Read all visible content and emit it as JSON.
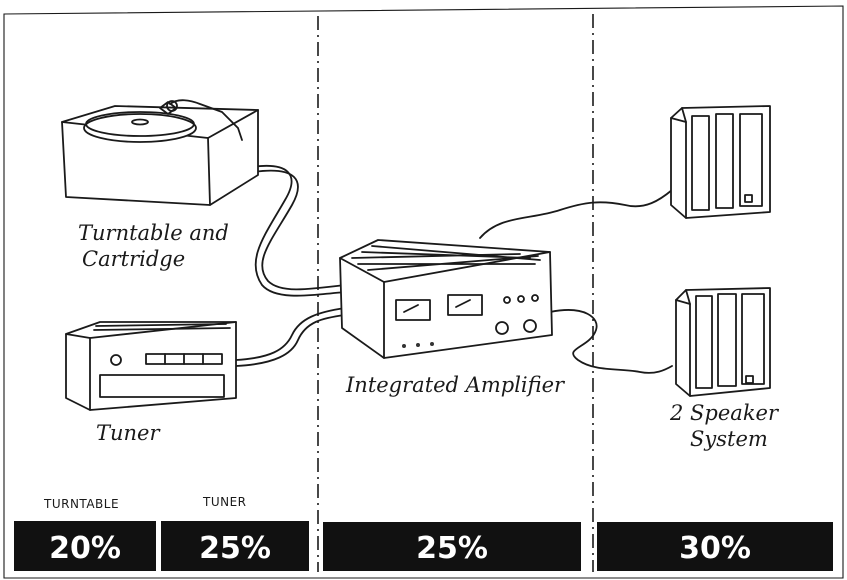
{
  "components": {
    "turntable": {
      "label_line1": "Turntable and",
      "label_line2": "Cartridge"
    },
    "tuner": {
      "label": "Tuner"
    },
    "amplifier": {
      "label": "Integrated Amplifier"
    },
    "speakers": {
      "label_line1": "2 Speaker",
      "label_line2": "System"
    }
  },
  "budget": [
    {
      "caption": "TURNTABLE",
      "percent": "20%"
    },
    {
      "caption": "TUNER",
      "percent": "25%"
    },
    {
      "caption": "",
      "percent": "25%"
    },
    {
      "caption": "",
      "percent": "30%"
    }
  ],
  "colors": {
    "ink": "#1a1a1a",
    "bar": "#111111",
    "paper": "#ffffff"
  }
}
